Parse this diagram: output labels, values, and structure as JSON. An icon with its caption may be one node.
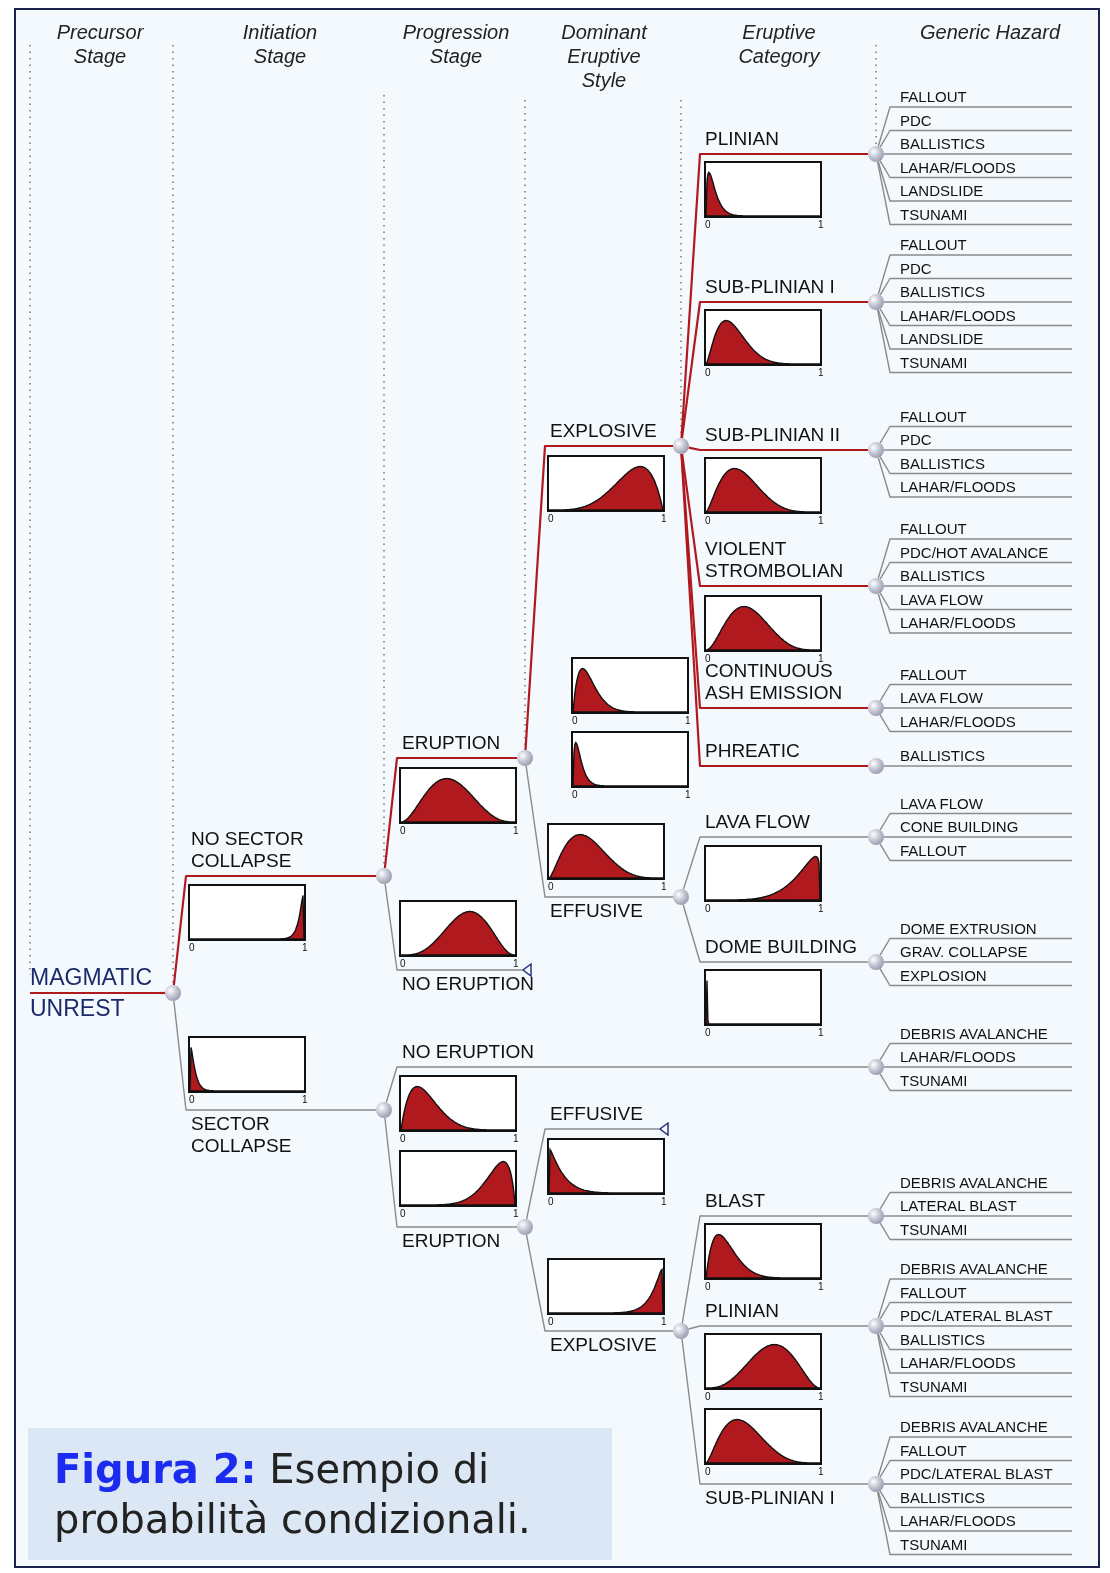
{
  "diagram": {
    "caption": "**Figura 2:** Esempio di probabilità condizionali.",
    "nodes": [
      {
        "text": [
          "MAGMATIC UNREST"
        ]
      },
      {
        "text": [],
        "shape": "circle"
      },
      {
        "text": [],
        "shape": "circle"
      },
      {
        "text": [],
        "shape": "circle"
      },
      {
        "text": [],
        "shape": "circle"
      },
      {
        "text": [],
        "shape": "triangle"
      },
      {
        "text": [],
        "shape": "circle"
      },
      {
        "text": [],
        "shape": "circle"
      },
      {
        "text": [],
        "shape": "circle"
      },
      {
        "text": [],
        "shape": "circle"
      },
      {
        "text": [],
        "shape": "circle"
      },
      {
        "text": [],
        "shape": "circle"
      },
      {
        "text": [],
        "shape": "circle"
      },
      {
        "text": [],
        "shape": "circle"
      },
      {
        "text": [],
        "shape": "circle"
      },
      {
        "text": [],
        "shape": "circle"
      },
      {
        "text": [],
        "shape": "circle"
      },
      {
        "text": [],
        "shape": "circle"
      },
      {
        "text": [],
        "shape": "triangle"
      },
      {
        "text": [],
        "shape": "circle"
      },
      {
        "text": [],
        "shape": "circle"
      },
      {
        "text": [],
        "shape": "circle"
      },
      {
        "text": [],
        "shape": "circle"
      }
    ],
    "edges": [
      {
        "from": 0,
        "to": 1,
        "arrow": "none",
        "color": "#b0191e"
      },
      {
        "from": 1,
        "to": 2,
        "arrow": "none",
        "label": "NO SECTOR COLLAPSE",
        "color": "#b0191e"
      },
      {
        "from": 1,
        "to": 3,
        "arrow": "none",
        "label": "SECTOR COLLAPSE"
      },
      {
        "from": 2,
        "to": 4,
        "arrow": "none",
        "label": "ERUPTION",
        "color": "#b0191e"
      },
      {
        "from": 2,
        "to": 5,
        "arrow": "none",
        "label": "NO ERUPTION"
      },
      {
        "from": 4,
        "to": 6,
        "arrow": "none",
        "label": "EXPLOSIVE",
        "color": "#b0191e"
      },
      {
        "from": 4,
        "to": 7,
        "arrow": "none",
        "label": "EFFUSIVE"
      },
      {
        "from": 6,
        "to": 8,
        "arrow": "none",
        "label": "PLINIAN",
        "color": "#b0191e"
      },
      {
        "from": 6,
        "to": 9,
        "arrow": "none",
        "label": "SUB-PLINIAN I",
        "color": "#b0191e"
      },
      {
        "from": 6,
        "to": 10,
        "arrow": "none",
        "label": "SUB-PLINIAN II",
        "color": "#b0191e"
      },
      {
        "from": 6,
        "to": 11,
        "arrow": "none",
        "label": "VIOLENT STROMBOLIAN",
        "color": "#b0191e"
      },
      {
        "from": 6,
        "to": 12,
        "arrow": "none",
        "label": "CONTINUOUS ASH EMISSION",
        "color": "#b0191e"
      },
      {
        "from": 6,
        "to": 13,
        "arrow": "none",
        "label": "PHREATIC",
        "color": "#b0191e"
      },
      {
        "from": 7,
        "to": 14,
        "arrow": "none",
        "label": "LAVA FLOW"
      },
      {
        "from": 7,
        "to": 15,
        "arrow": "none",
        "label": "DOME BUILDING"
      },
      {
        "from": 3,
        "to": 16,
        "arrow": "none",
        "label": "NO ERUPTION"
      },
      {
        "from": 3,
        "to": 17,
        "arrow": "none",
        "label": "ERUPTION"
      },
      {
        "from": 17,
        "to": 18,
        "arrow": "none",
        "label": "EFFUSIVE"
      },
      {
        "from": 17,
        "to": 19,
        "arrow": "none",
        "label": "EXPLOSIVE"
      },
      {
        "from": 19,
        "to": 20,
        "arrow": "none",
        "label": "BLAST"
      },
      {
        "from": 19,
        "to": 21,
        "arrow": "none",
        "label": "PLINIAN"
      },
      {
        "from": 19,
        "to": 22,
        "arrow": "none",
        "label": "SUB-PLINIAN I"
      },
      {
        "from": 8,
        "to": null,
        "arrow": "none",
        "label": "FALLOUT"
      },
      {
        "from": 8,
        "to": null,
        "arrow": "none",
        "label": "PDC"
      },
      {
        "from": 8,
        "to": null,
        "arrow": "none",
        "label": "BALLISTICS"
      },
      {
        "from": 8,
        "to": null,
        "arrow": "none",
        "label": "LAHAR/FLOODS"
      },
      {
        "from": 8,
        "to": null,
        "arrow": "none",
        "label": "LANDSLIDE"
      },
      {
        "from": 8,
        "to": null,
        "arrow": "none",
        "label": "TSUNAMI"
      },
      {
        "from": 9,
        "to": null,
        "arrow": "none",
        "label": "FALLOUT"
      },
      {
        "from": 9,
        "to": null,
        "arrow": "none",
        "label": "PDC"
      },
      {
        "from": 9,
        "to": null,
        "arrow": "none",
        "label": "BALLISTICS"
      },
      {
        "from": 9,
        "to": null,
        "arrow": "none",
        "label": "LAHAR/FLOODS"
      },
      {
        "from": 9,
        "to": null,
        "arrow": "none",
        "label": "LANDSLIDE"
      },
      {
        "from": 9,
        "to": null,
        "arrow": "none",
        "label": "TSUNAMI"
      },
      {
        "from": 10,
        "to": null,
        "arrow": "none",
        "label": "FALLOUT"
      },
      {
        "from": 10,
        "to": null,
        "arrow": "none",
        "label": "PDC"
      },
      {
        "from": 10,
        "to": null,
        "arrow": "none",
        "label": "BALLISTICS"
      },
      {
        "from": 10,
        "to": null,
        "arrow": "none",
        "label": "LAHAR/FLOODS"
      },
      {
        "from": 11,
        "to": null,
        "arrow": "none",
        "label": "FALLOUT"
      },
      {
        "from": 11,
        "to": null,
        "arrow": "none",
        "label": "PDC/HOT AVALANCE"
      },
      {
        "from": 11,
        "to": null,
        "arrow": "none",
        "label": "BALLISTICS"
      },
      {
        "from": 11,
        "to": null,
        "arrow": "none",
        "label": "LAVA FLOW"
      },
      {
        "from": 11,
        "to": null,
        "arrow": "none",
        "label": "LAHAR/FLOODS"
      },
      {
        "from": 12,
        "to": null,
        "arrow": "none",
        "label": "FALLOUT"
      },
      {
        "from": 12,
        "to": null,
        "arrow": "none",
        "label": "LAVA FLOW"
      },
      {
        "from": 12,
        "to": null,
        "arrow": "none",
        "label": "LAHAR/FLOODS"
      },
      {
        "from": 13,
        "to": null,
        "arrow": "none",
        "label": "BALLISTICS"
      },
      {
        "from": 14,
        "to": null,
        "arrow": "none",
        "label": "LAVA FLOW"
      },
      {
        "from": 14,
        "to": null,
        "arrow": "none",
        "label": "CONE BUILDING"
      },
      {
        "from": 14,
        "to": null,
        "arrow": "none",
        "label": "FALLOUT"
      },
      {
        "from": 15,
        "to": null,
        "arrow": "none",
        "label": "DOME EXTRUSION"
      },
      {
        "from": 15,
        "to": null,
        "arrow": "none",
        "label": "GRAV. COLLAPSE"
      },
      {
        "from": 15,
        "to": null,
        "arrow": "none",
        "label": "EXPLOSION"
      },
      {
        "from": 16,
        "to": null,
        "arrow": "none",
        "label": "DEBRIS AVALANCHE"
      },
      {
        "from": 16,
        "to": null,
        "arrow": "none",
        "label": "LAHAR/FLOODS"
      },
      {
        "from": 16,
        "to": null,
        "arrow": "none",
        "label": "TSUNAMI"
      },
      {
        "from": 20,
        "to": null,
        "arrow": "none",
        "label": "DEBRIS AVALANCHE"
      },
      {
        "from": 20,
        "to": null,
        "arrow": "none",
        "label": "LATERAL BLAST"
      },
      {
        "from": 20,
        "to": null,
        "arrow": "none",
        "label": "TSUNAMI"
      },
      {
        "from": 21,
        "to": null,
        "arrow": "none",
        "label": "DEBRIS AVALANCHE"
      },
      {
        "from": 21,
        "to": null,
        "arrow": "none",
        "label": "FALLOUT"
      },
      {
        "from": 21,
        "to": null,
        "arrow": "none",
        "label": "PDC/LATERAL BLAST"
      },
      {
        "from": 21,
        "to": null,
        "arrow": "none",
        "label": "BALLISTICS"
      },
      {
        "from": 21,
        "to": null,
        "arrow": "none",
        "label": "LAHAR/FLOODS"
      },
      {
        "from": 21,
        "to": null,
        "arrow": "none",
        "label": "TSUNAMI"
      },
      {
        "from": 22,
        "to": null,
        "arrow": "none",
        "label": "DEBRIS AVALANCHE"
      },
      {
        "from": 22,
        "to": null,
        "arrow": "none",
        "label": "FALLOUT"
      },
      {
        "from": 22,
        "to": null,
        "arrow": "none",
        "label": "PDC/LATERAL BLAST"
      },
      {
        "from": 22,
        "to": null,
        "arrow": "none",
        "label": "BALLISTICS"
      },
      {
        "from": 22,
        "to": null,
        "arrow": "none",
        "label": "LAHAR/FLOODS"
      },
      {
        "from": 22,
        "to": null,
        "arrow": "none",
        "label": "TSUNAMI"
      }
    ],
    "labels": [
      "Precursor Stage",
      "Initiation Stage",
      "Progression Stage",
      "Dominant Eruptive Style",
      "Eruptive Category",
      "Generic Hazard",
      "0",
      "1",
      "0",
      "1",
      "0",
      "1",
      "0",
      "1",
      "0",
      "1",
      "0",
      "1",
      "0",
      "1",
      "0",
      "1",
      "0",
      "1",
      "0",
      "1",
      "0",
      "1",
      "0",
      "1",
      "0",
      "1",
      "0",
      "1",
      "0",
      "1",
      "0",
      "1",
      "0",
      "1",
      "0",
      "1",
      "0",
      "1",
      "0",
      "1",
      "0",
      "1"
    ]
  }
}
